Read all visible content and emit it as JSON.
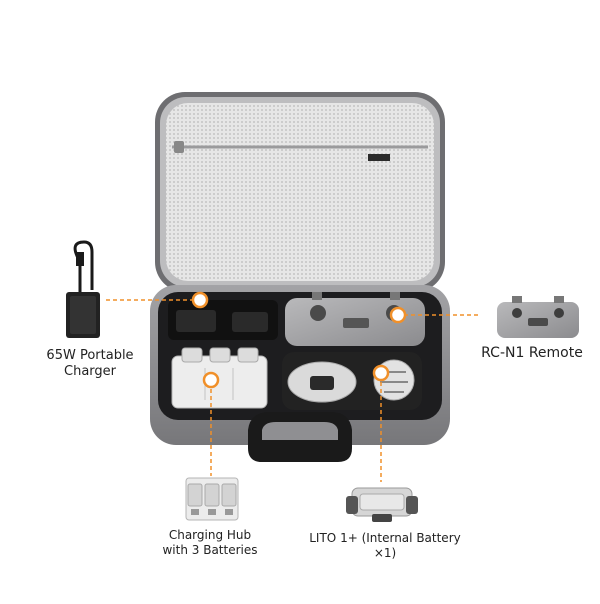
{
  "labels": {
    "charger_line1": "65W Portable",
    "charger_line2": "Charger",
    "remote": "RC-N1 Remote",
    "hub_line1": "Charging Hub",
    "hub_line2": "with 3 Batteries",
    "drone": "LITO 1+ (Internal Battery ×1)"
  },
  "colors": {
    "accent": "#f0902a",
    "case_shell": "#8f8f92",
    "case_lining": "#1d1d1f",
    "mesh": "#d9d9d9"
  },
  "icons": [
    "charger-icon",
    "remote-icon",
    "charging-hub-icon",
    "drone-icon"
  ]
}
